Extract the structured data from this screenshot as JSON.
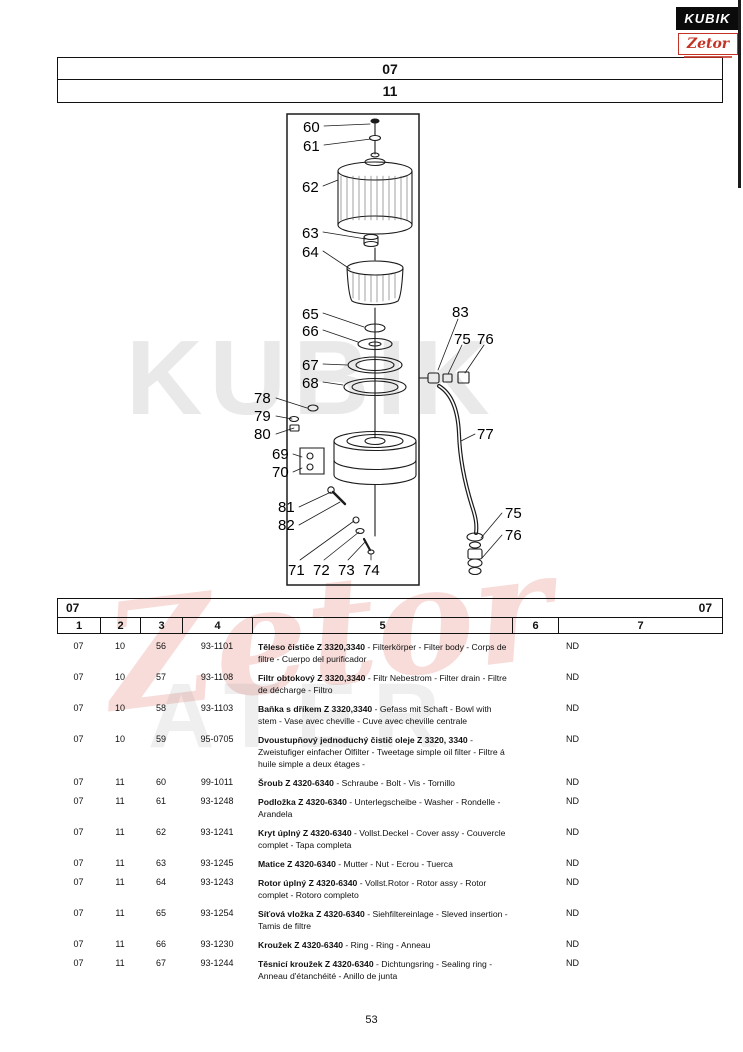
{
  "logos": {
    "kubik": "KUBIK",
    "zetor": "Zetor"
  },
  "watermarks": {
    "gray": "KUBIK",
    "red": "Zetor",
    "gray2": "ATER"
  },
  "header": {
    "section": "07",
    "subsection": "11"
  },
  "diagram": {
    "callouts": [
      {
        "label": "60"
      },
      {
        "label": "61"
      },
      {
        "label": "62"
      },
      {
        "label": "63"
      },
      {
        "label": "64"
      },
      {
        "label": "65"
      },
      {
        "label": "66"
      },
      {
        "label": "67"
      },
      {
        "label": "68"
      },
      {
        "label": "83"
      },
      {
        "label": "75"
      },
      {
        "label": "76"
      },
      {
        "label": "77"
      },
      {
        "label": "78"
      },
      {
        "label": "79"
      },
      {
        "label": "80"
      },
      {
        "label": "69"
      },
      {
        "label": "70"
      },
      {
        "label": "81"
      },
      {
        "label": "82"
      },
      {
        "label": "71"
      },
      {
        "label": "72"
      },
      {
        "label": "73"
      },
      {
        "label": "74"
      },
      {
        "label": "75"
      },
      {
        "label": "76"
      }
    ]
  },
  "table": {
    "corner_left": "07",
    "corner_right": "07",
    "columns": [
      "1",
      "2",
      "3",
      "4",
      "5",
      "6",
      "7"
    ],
    "rows": [
      {
        "c1": "07",
        "c2": "10",
        "c3": "56",
        "part": "93-1101",
        "name": "Těleso čističe Z 3320,3340",
        "desc": "- Filterkörper - Filter body - Corps de filtre - Cuerpo del purificador",
        "nd": "ND"
      },
      {
        "c1": "07",
        "c2": "10",
        "c3": "57",
        "part": "93-1108",
        "name": "Filtr obtokový Z 3320,3340",
        "desc": "- Filtr Nebestrom - Filter drain - Filtre de décharge - Filtro",
        "nd": "ND"
      },
      {
        "c1": "07",
        "c2": "10",
        "c3": "58",
        "part": "93-1103",
        "name": "Baňka s dříkem Z 3320,3340",
        "desc": "- Gefass mit Schaft - Bowl with stem - Vase avec cheville - Cuve avec cheville centrale",
        "nd": "ND"
      },
      {
        "c1": "07",
        "c2": "10",
        "c3": "59",
        "part": "95-0705",
        "name": "Dvoustupňový jednoduchý čistič oleje Z 3320, 3340",
        "desc": "- Zweistufiger einfacher Ölfilter - Tweetage simple oil filter - Filtre á huile simple a deux étages -",
        "nd": "ND"
      },
      {
        "c1": "07",
        "c2": "11",
        "c3": "60",
        "part": "99-1011",
        "name": "Šroub Z 4320-6340",
        "desc": "- Schraube - Bolt - Vis - Tornillo",
        "nd": "ND"
      },
      {
        "c1": "07",
        "c2": "11",
        "c3": "61",
        "part": "93-1248",
        "name": "Podložka Z 4320-6340",
        "desc": "- Unterlegscheibe - Washer - Rondelle - Arandela",
        "nd": "ND"
      },
      {
        "c1": "07",
        "c2": "11",
        "c3": "62",
        "part": "93-1241",
        "name": "Kryt úplný Z 4320-6340",
        "desc": "- Vollst.Deckel - Cover assy - Couvercle complet - Tapa completa",
        "nd": "ND"
      },
      {
        "c1": "07",
        "c2": "11",
        "c3": "63",
        "part": "93-1245",
        "name": "Matice Z 4320-6340",
        "desc": "- Mutter - Nut - Ecrou - Tuerca",
        "nd": "ND"
      },
      {
        "c1": "07",
        "c2": "11",
        "c3": "64",
        "part": "93-1243",
        "name": "Rotor úplný Z 4320-6340",
        "desc": "- Vollst.Rotor - Rotor assy - Rotor complet - Rotoro completo",
        "nd": "ND"
      },
      {
        "c1": "07",
        "c2": "11",
        "c3": "65",
        "part": "93-1254",
        "name": "Síťová vložka Z 4320-6340",
        "desc": "- Siehfiltereinlage - Sleved insertion - Tamis de filtre",
        "nd": "ND"
      },
      {
        "c1": "07",
        "c2": "11",
        "c3": "66",
        "part": "93-1230",
        "name": "Kroužek Z 4320-6340",
        "desc": "- Ring - Ring - Anneau",
        "nd": "ND"
      },
      {
        "c1": "07",
        "c2": "11",
        "c3": "67",
        "part": "93-1244",
        "name": "Těsnicí kroužek Z 4320-6340",
        "desc": "- Dichtungsring - Sealing ring - Anneau d'étanchéité - Anillo de junta",
        "nd": "ND"
      }
    ]
  },
  "footer": {
    "page_number": "53"
  }
}
